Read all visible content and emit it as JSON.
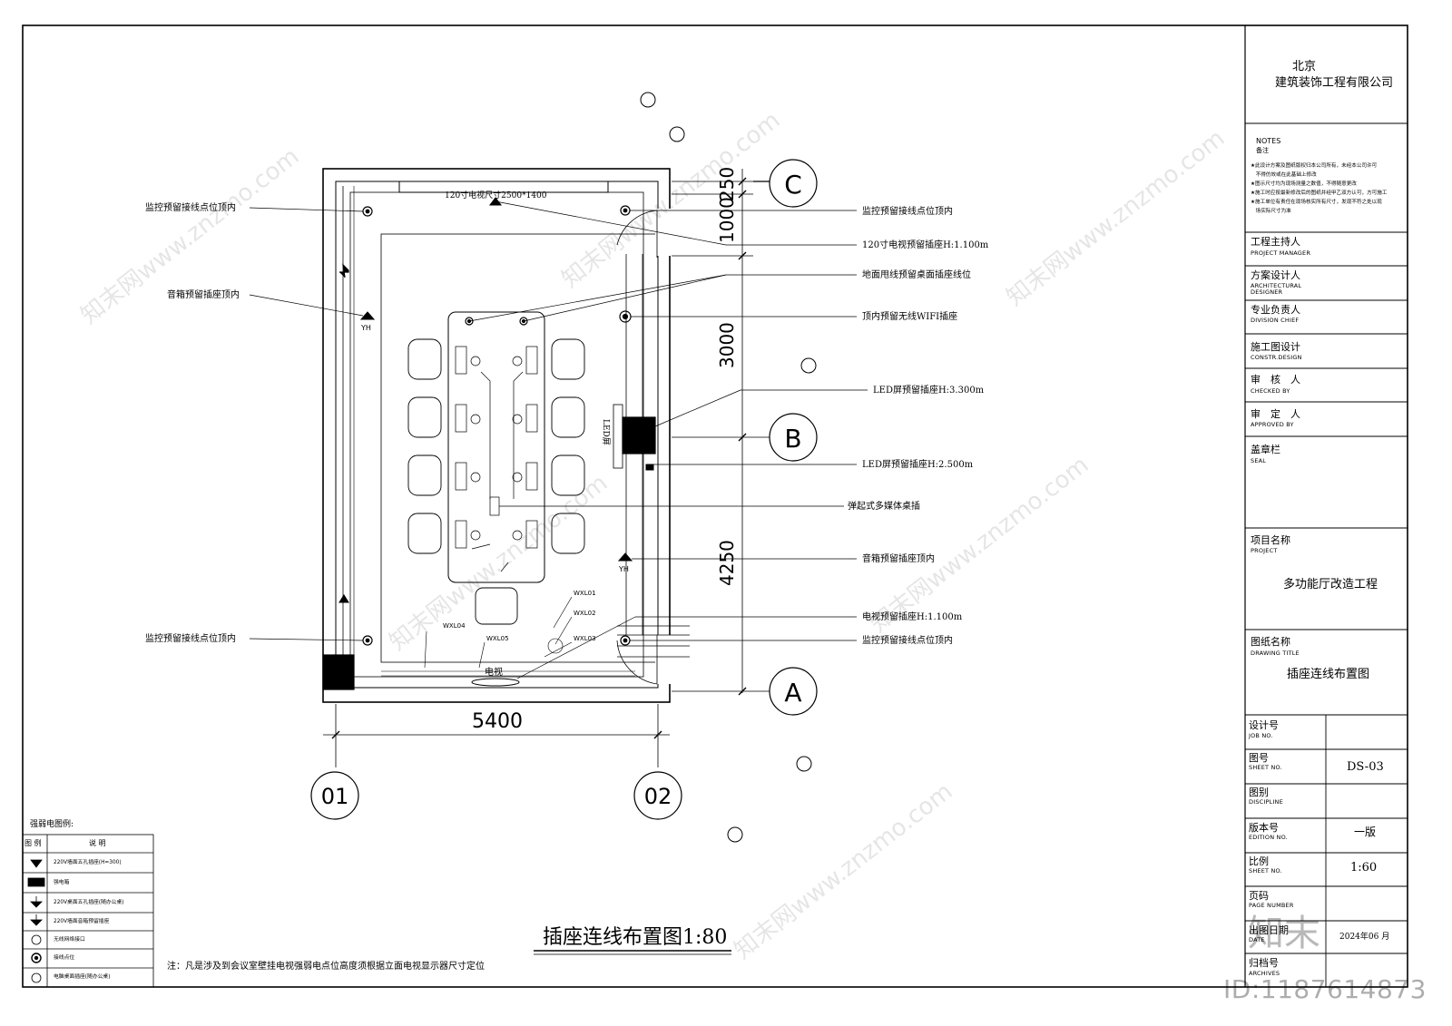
{
  "plan": {
    "tv_size_label": "120寸电视尺寸2500*1400",
    "yh_label": "YH",
    "led_screen_label": "LED屏",
    "tv_label": "电视",
    "wire_labels": [
      "WXL01",
      "WXL02",
      "WXL03",
      "WXL04",
      "WXL05"
    ],
    "dim_width": "5400",
    "dim_right": [
      "250",
      "1000",
      "3000",
      "4250"
    ],
    "grid_c": "C",
    "grid_b": "B",
    "grid_a": "A",
    "grid_01": "01",
    "grid_02": "02",
    "drawing_title": "插座连线布置图1:80",
    "footnote": "注：凡是涉及到会议室壁挂电视强弱电点位高度须根据立面电视显示器尺寸定位"
  },
  "callouts": {
    "left_top": "监控预留接线点位顶内",
    "left_speaker": "音箱预留插座顶内",
    "left_bottom": "监控预留接线点位顶内",
    "r1": "监控预留接线点位顶内",
    "r2": "120寸电视预留插座H:1.100m",
    "r3": "地面甩线预留桌面插座线位",
    "r4": "顶内预留无线WIFI插座",
    "r5": "LED屏预留插座H:3.300m",
    "r6": "LED屏预留插座H:2.500m",
    "r7": "弹起式多媒体桌插",
    "r8": "音箱预留插座顶内",
    "r9": "电视预留插座H:1.100m",
    "r10": "监控预留接线点位顶内"
  },
  "legend": {
    "title": "强弱电图例:",
    "col_symbol": "图 例",
    "col_desc": "说 明",
    "rows": [
      {
        "icon": "wall-socket-icon",
        "text": "220V墙面五孔插座(H=300)"
      },
      {
        "icon": "distribution-box-icon",
        "text": "强电箱"
      },
      {
        "icon": "desk-socket-icon",
        "text": "220V桌面五孔插座(随办公桌)"
      },
      {
        "icon": "speaker-socket-icon",
        "text": "220V墙面音箱预留插座"
      },
      {
        "icon": "wifi-socket-icon",
        "text": "无线网络接口"
      },
      {
        "icon": "junction-point-icon",
        "text": "接线点位"
      },
      {
        "icon": "computer-socket-icon",
        "text": "电脑桌面插座(随办公桌)"
      }
    ]
  },
  "title_block": {
    "company_line1": "北京",
    "company_line2": "建筑装饰工程有限公司",
    "notes_title": "NOTES",
    "notes_sub": "备注",
    "notes": [
      "★此设计方案及图纸版权归本公司所有，未经本公司许可",
      "　不得仿效或在此基础上修改",
      "★图示尺寸均为现场测量之数值，不得随意更改",
      "★施工时应按最新修改后的图纸并经甲乙双方认可，方可施工",
      "★施工单位有责任在现场核实所有尺寸，发现不符之处以现",
      "　场实际尺寸为准"
    ],
    "roles": [
      {
        "zh": "工程主持人",
        "en": "PROJECT MANAGER"
      },
      {
        "zh": "方案设计人",
        "en": "ARCHITECTURAL DESIGNER"
      },
      {
        "zh": "专业负责人",
        "en": "DIVISION CHIEF"
      },
      {
        "zh": "施工图设计",
        "en": "CONSTR.DESIGN"
      },
      {
        "zh": "审　核　人",
        "en": "CHECKED BY"
      },
      {
        "zh": "审　定　人",
        "en": "APPROVED BY"
      }
    ],
    "seal_zh": "盖章栏",
    "seal_en": "SEAL",
    "project_zh": "项目名称",
    "project_en": "PROJECT",
    "project_value": "多功能厅改造工程",
    "drawing_title_zh": "图纸名称",
    "drawing_title_en": "DRAWING TITLE",
    "drawing_title_value": "插座连线布置图",
    "job_zh": "设计号",
    "job_en": "JOB NO.",
    "sheet_zh": "图号",
    "sheet_en": "SHEET NO.",
    "sheet_value": "DS-03",
    "discipline_zh": "图别",
    "discipline_en": "DISCIPLINE",
    "edition_zh": "版本号",
    "edition_en": "EDITION NO.",
    "edition_value": "一版",
    "scale_zh": "比例",
    "scale_en": "SHEET NO.",
    "scale_value": "1:60",
    "page_zh": "页码",
    "page_en": "PAGE NUMBER",
    "date_zh": "出图日期",
    "date_en": "DATE",
    "date_value": "2024年06 月",
    "archive_zh": "归档号",
    "archive_en": "ARCHIVES"
  },
  "watermark": {
    "brand": "知末",
    "id": "ID:1187614873",
    "site": "知末网www.znzmo.com"
  }
}
